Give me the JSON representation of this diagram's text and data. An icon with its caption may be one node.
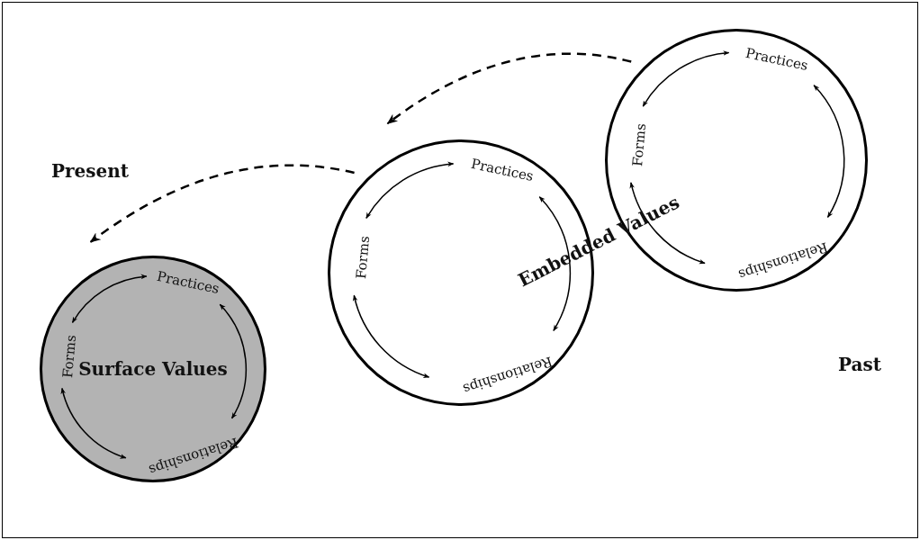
{
  "diagram": {
    "nodes": [
      {
        "text": [
          "Surface Values"
        ]
      },
      {
        "text": [
          "Practices"
        ],
        "in": 0
      },
      {
        "text": [
          "Forms"
        ],
        "in": 0
      },
      {
        "text": [
          "Relationships"
        ],
        "in": 0
      },
      {
        "text": [],
        "shape": "circle"
      },
      {
        "text": [
          "Practices"
        ],
        "in": 4
      },
      {
        "text": [
          "Forms"
        ],
        "in": 4
      },
      {
        "text": [
          "Relationships"
        ],
        "in": 4
      },
      {
        "text": [],
        "shape": "circle"
      },
      {
        "text": [
          "Practices"
        ],
        "in": 8
      },
      {
        "text": [
          "Forms"
        ],
        "in": 8
      },
      {
        "text": [
          "Relationships"
        ],
        "in": 8
      }
    ],
    "edges": [
      {
        "from": 1,
        "to": 3,
        "arrow": "both"
      },
      {
        "from": 3,
        "to": 2,
        "arrow": "both"
      },
      {
        "from": 2,
        "to": 1,
        "arrow": "both"
      },
      {
        "from": 5,
        "to": 7,
        "arrow": "both"
      },
      {
        "from": 7,
        "to": 6,
        "arrow": "both"
      },
      {
        "from": 6,
        "to": 5,
        "arrow": "both"
      },
      {
        "from": 9,
        "to": 11,
        "arrow": "both"
      },
      {
        "from": 11,
        "to": 10,
        "arrow": "both"
      },
      {
        "from": 10,
        "to": 9,
        "arrow": "both"
      },
      {
        "from": 8,
        "to": 4,
        "arrow": "to",
        "style": "dashed"
      },
      {
        "from": 4,
        "to": 0,
        "arrow": "to",
        "style": "dashed"
      }
    ],
    "labels": [
      "Present",
      "Embedded Values",
      "Past"
    ]
  }
}
